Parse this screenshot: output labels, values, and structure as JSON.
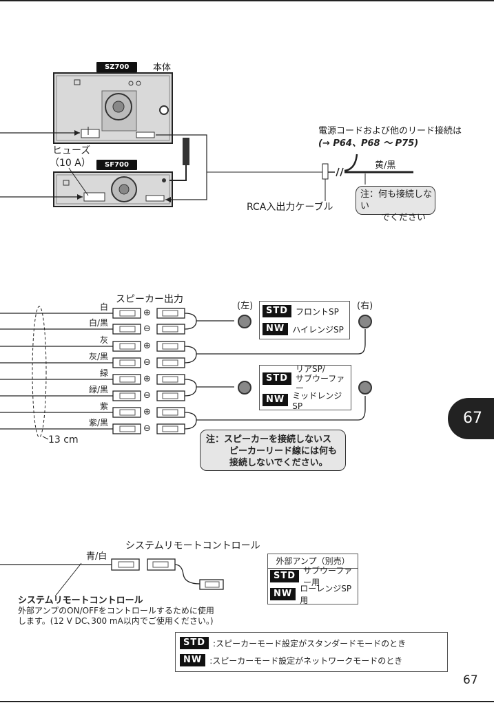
{
  "top_section": {
    "model_sz": "SZ700",
    "unit_label": "本体",
    "model_sf": "SF700",
    "fuse_label": "ヒューズ",
    "fuse_rating": "（10 A）",
    "power_note_line1": "電源コードおよび他のリード接続は",
    "power_note_line2": "(→ P64、P68 ～ P75)",
    "wire_yellow_black": "黄/黒",
    "rca_label": "RCA入出力ケーブル",
    "note_line1": "注：何も接続しない",
    "note_line2": "でください"
  },
  "speaker_section": {
    "title": "スピーカー出力",
    "left_label": "(左)",
    "right_label": "(右)",
    "wires": [
      "白",
      "白/黒",
      "灰",
      "灰/黒",
      "緑",
      "緑/黒",
      "紫",
      "紫/黒"
    ],
    "plus_sign": "⊕",
    "minus_sign": "⊖",
    "length_label": "13 cm",
    "box1": {
      "std_badge": "STD",
      "std_text": "フロントSP",
      "nw_badge": "NW",
      "nw_text": "ハイレンジSP"
    },
    "box2": {
      "std_badge": "STD",
      "std_text_line1": "リアSP/",
      "std_text_line2": "サブウーファー",
      "nw_badge": "NW",
      "nw_text": "ミッドレンジSP"
    },
    "note_line1": "注：スピーカーを接続しないス",
    "note_line2": "ピーカーリード線には何も",
    "note_line3": "接続しないでください。"
  },
  "remote_section": {
    "title": "システムリモートコントロール",
    "wire_label": "青/白",
    "amp_box_title": "外部アンプ（別売）",
    "amp_std_badge": "STD",
    "amp_std_text": "サブウーファー用",
    "amp_nw_badge": "NW",
    "amp_nw_text": "ローレンジSP用",
    "desc_title": "システムリモートコントロール",
    "desc_line1": "外部アンプのON/OFFをコントロールするために使用",
    "desc_line2": "します。(12 V DC､300 mA以内でご使用ください。)"
  },
  "legend": {
    "std_badge": "STD",
    "std_text": ":スピーカーモード設定がスタンダードモードのとき",
    "nw_badge": "NW",
    "nw_text": ":スピーカーモード設定がネットワークモードのとき"
  },
  "page": {
    "tab_number": "67",
    "page_number": "67"
  }
}
